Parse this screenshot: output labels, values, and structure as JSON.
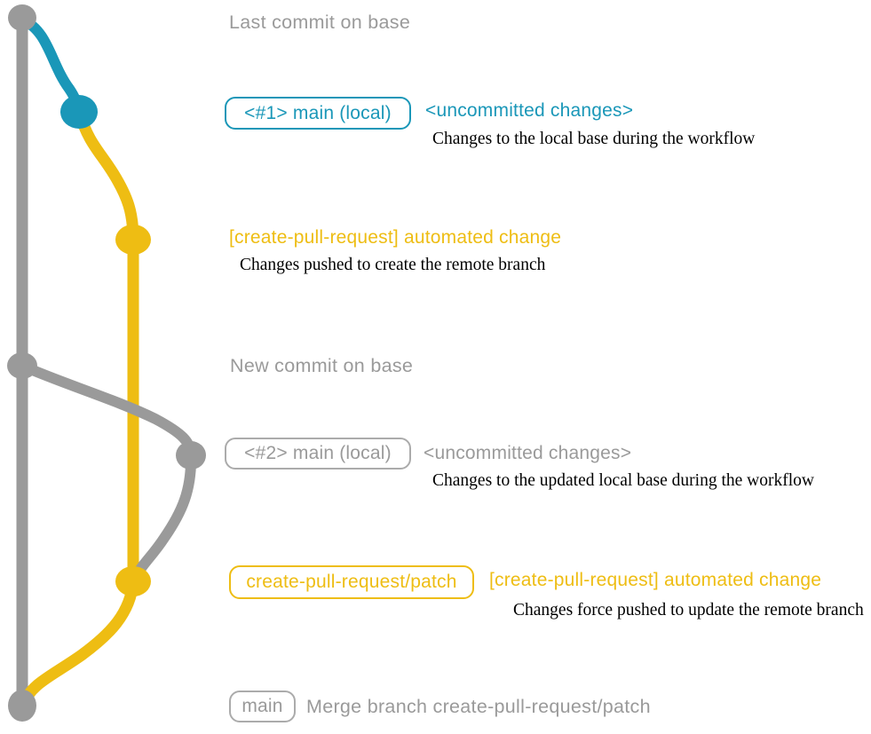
{
  "colors": {
    "gray": "#9a9a9a",
    "teal": "#1a97b8",
    "gold": "#eebd13",
    "gray-border": "#ababab",
    "desc": "#000000"
  },
  "graph": {
    "branches": [
      {
        "name": "base",
        "color": "#9a9a9a"
      },
      {
        "name": "main-local",
        "color": "#1a97b8"
      },
      {
        "name": "create-pull-request-patch",
        "color": "#eebd13"
      }
    ]
  },
  "annotations": {
    "last_commit": {
      "title": "Last commit on base"
    },
    "commit1": {
      "badge": "<#1> main (local)",
      "heading": "<uncommitted changes>",
      "desc": "Changes to the local base during the workflow"
    },
    "commit2": {
      "heading": "[create-pull-request] automated change",
      "desc": "Changes pushed to create the remote branch"
    },
    "new_commit": {
      "title": "New commit on base"
    },
    "commit3": {
      "badge": "<#2> main (local)",
      "heading": "<uncommitted changes>",
      "desc": "Changes to the updated local base during the workflow"
    },
    "commit4": {
      "badge": "create-pull-request/patch",
      "heading": "[create-pull-request] automated change",
      "desc": "Changes force pushed to update the remote branch"
    },
    "merge": {
      "badge": "main",
      "desc": "Merge branch create-pull-request/patch"
    }
  }
}
